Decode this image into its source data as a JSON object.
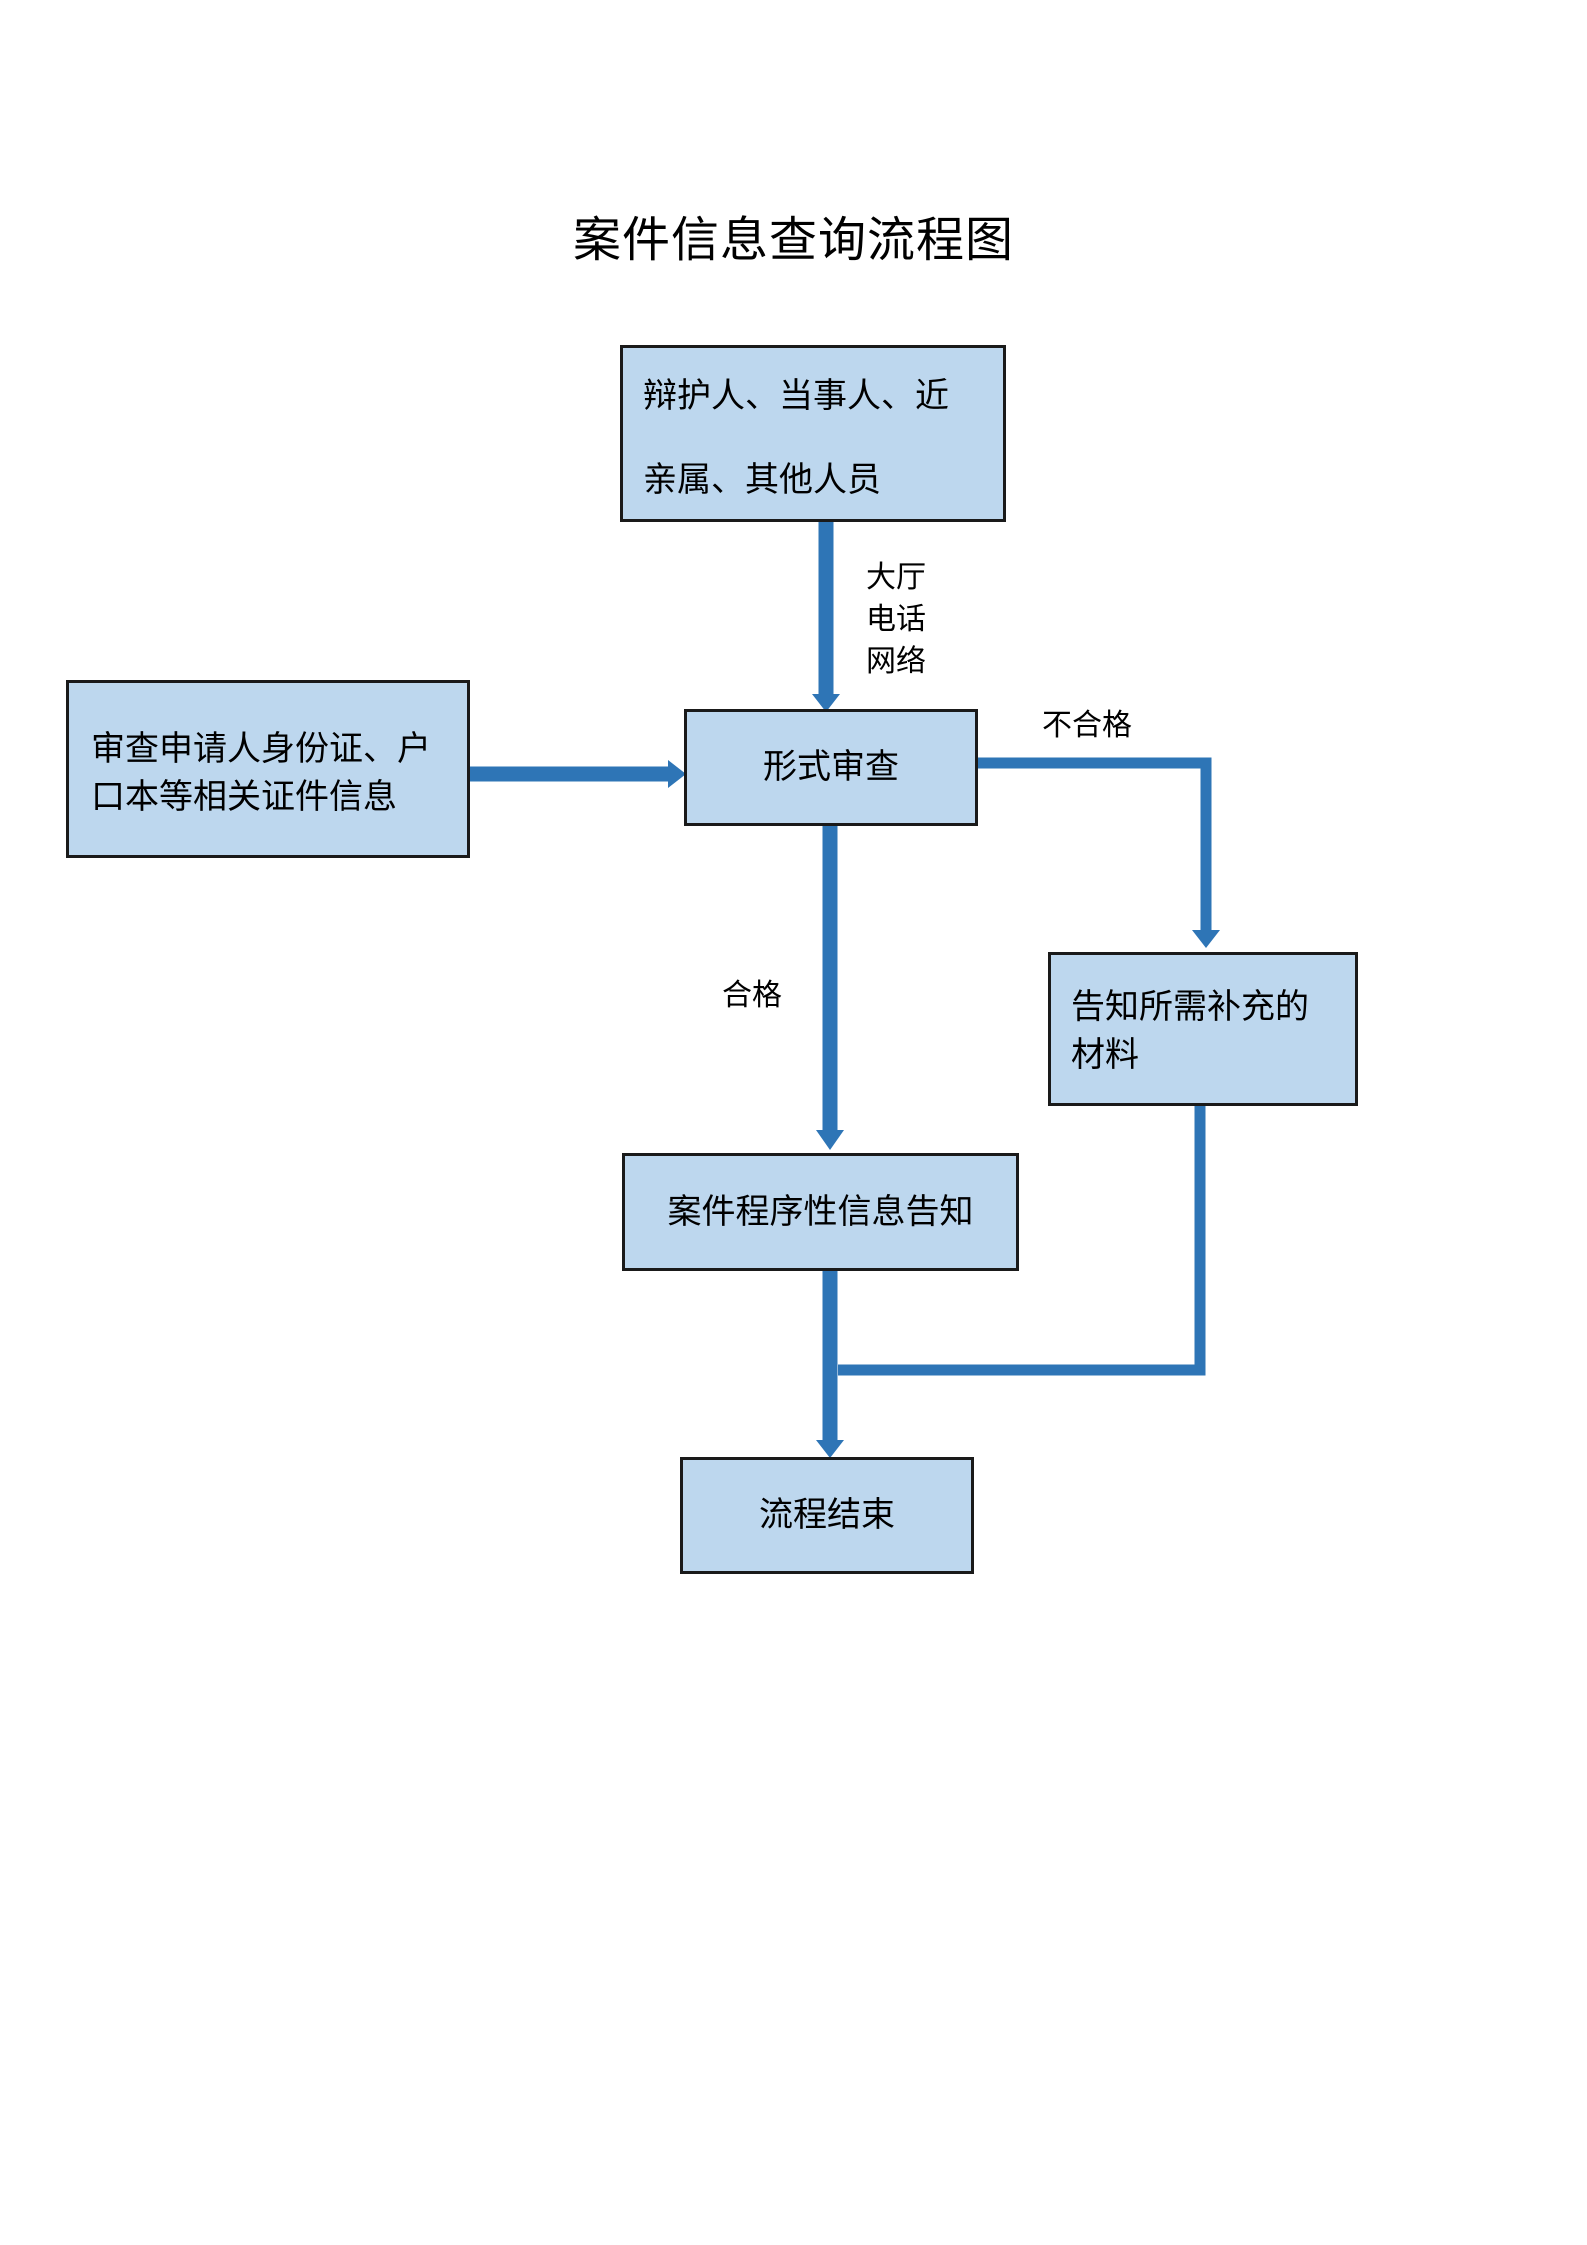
{
  "title": "案件信息查询流程图",
  "nodes": {
    "applicants": {
      "line1": "辩护人、当事人、近",
      "line2": "亲属、其他人员"
    },
    "review_id": {
      "line1": "审查申请人身份证、户",
      "line2": "口本等相关证件信息"
    },
    "formal_review": {
      "text": "形式审查"
    },
    "supplement": {
      "line1": "告知所需补充的",
      "line2": "材料"
    },
    "notify": {
      "text": "案件程序性信息告知"
    },
    "end": {
      "text": "流程结束"
    }
  },
  "edge_labels": {
    "channel_hall": "大厅",
    "channel_phone": "电话",
    "channel_web": "网络",
    "fail": "不合格",
    "pass": "合格"
  },
  "colors": {
    "box_fill": "#bdd7ee",
    "arrow": "#2e75b6",
    "border": "#1a1a1a"
  }
}
